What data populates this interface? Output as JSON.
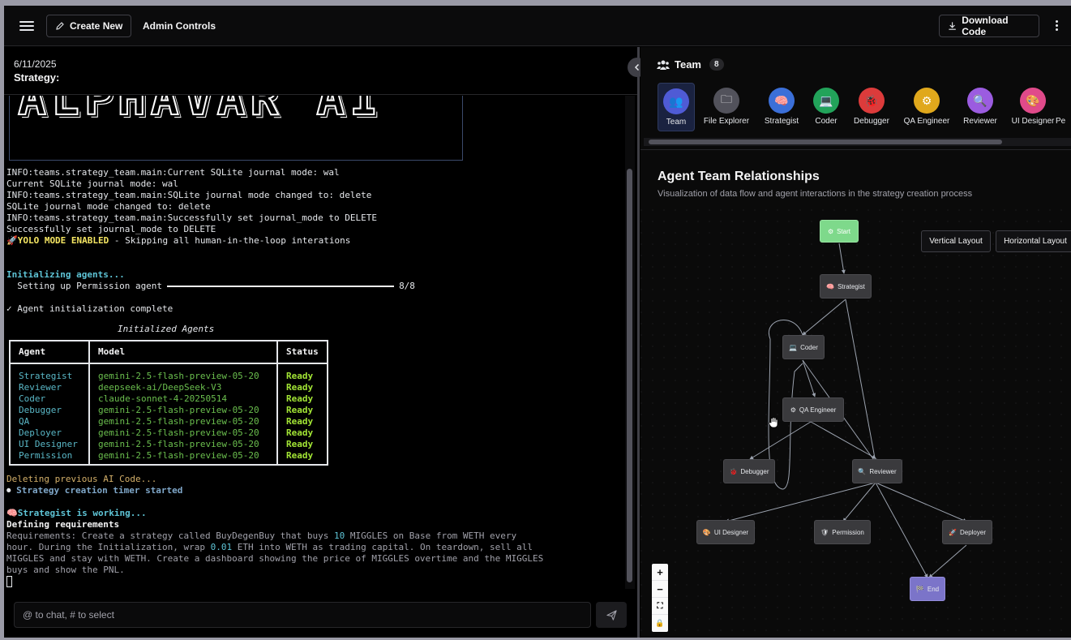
{
  "header": {
    "create_new": "Create New",
    "admin_controls": "Admin Controls",
    "download_code": "Download Code"
  },
  "session": {
    "date": "6/11/2025",
    "strategy_label": "Strategy:"
  },
  "terminal": {
    "banner": "ALPHAVAR AI",
    "log_lines": [
      "INFO:teams.strategy_team.main:Current SQLite journal mode: wal",
      "Current SQLite journal mode: wal",
      "INFO:teams.strategy_team.main:SQLite journal mode changed to: delete",
      "SQLite journal mode changed to: delete",
      "INFO:teams.strategy_team.main:Successfully set journal_mode to DELETE",
      "Successfully set journal_mode to DELETE"
    ],
    "yolo_emoji": "🚀",
    "yolo_label": "YOLO MODE ENABLED",
    "yolo_rest": " - Skipping all human-in-the-loop interations",
    "init_agents": "Initializing agents...",
    "setup_label": "  Setting up Permission agent",
    "setup_count": "8/8",
    "progress": 1.0,
    "init_complete": "✓ Agent initialization complete",
    "table_title": "Initialized Agents",
    "table_headers": [
      "Agent",
      "Model",
      "Status"
    ],
    "table_rows": [
      {
        "agent": "Strategist",
        "model": "gemini-2.5-flash-preview-05-20",
        "status": "Ready"
      },
      {
        "agent": "Reviewer",
        "model": "deepseek-ai/DeepSeek-V3",
        "status": "Ready"
      },
      {
        "agent": "Coder",
        "model": "claude-sonnet-4-20250514",
        "status": "Ready"
      },
      {
        "agent": "Debugger",
        "model": "gemini-2.5-flash-preview-05-20",
        "status": "Ready"
      },
      {
        "agent": "QA",
        "model": "gemini-2.5-flash-preview-05-20",
        "status": "Ready"
      },
      {
        "agent": "Deployer",
        "model": "gemini-2.5-flash-preview-05-20",
        "status": "Ready"
      },
      {
        "agent": "UI Designer",
        "model": "gemini-2.5-flash-preview-05-20",
        "status": "Ready"
      },
      {
        "agent": "Permission",
        "model": "gemini-2.5-flash-preview-05-20",
        "status": "Ready"
      }
    ],
    "deleting": "Deleting previous AI Code...",
    "timer_emoji": "⏺",
    "timer": "Strategy creation timer started",
    "working_emoji": "🧠",
    "working": "Strategist is working...",
    "defining": "Defining requirements",
    "req_line1_a": "Requirements: Create a strategy called BuyDegenBuy that buys ",
    "req_line1_num": "10",
    "req_line1_b": " MIGGLES on Base from WETH every",
    "req_line2_a": "hour. During the Initialization, wrap ",
    "req_line2_num": "0.01",
    "req_line2_b": " ETH into WETH as trading capital. On teardown, sell all",
    "req_line3": "MIGGLES and stay with WETH. Create a dashboard showing the price of MIGGLES overtime and the MIGGLES",
    "req_line4": "buys and show the PNL."
  },
  "chat": {
    "placeholder": "@ to chat, # to select"
  },
  "team": {
    "title": "Team",
    "count": "8",
    "tabs": [
      {
        "label": "Team",
        "icon": "users-icon",
        "color": "#4f5bd5",
        "glyph": "👥"
      },
      {
        "label": "File Explorer",
        "icon": "folder-icon",
        "color": "#52525b",
        "glyph": "🗀"
      },
      {
        "label": "Strategist",
        "icon": "brain-icon",
        "color": "#3b6fd8",
        "glyph": "🧠"
      },
      {
        "label": "Coder",
        "icon": "laptop-icon",
        "color": "#22a35a",
        "glyph": "💻"
      },
      {
        "label": "Debugger",
        "icon": "bug-icon",
        "color": "#dc3b3b",
        "glyph": "🐞"
      },
      {
        "label": "QA Engineer",
        "icon": "gear-icon",
        "color": "#e0a81c",
        "glyph": "⚙"
      },
      {
        "label": "Reviewer",
        "icon": "magnifier-icon",
        "color": "#9b5ce0",
        "glyph": "🔍"
      },
      {
        "label": "UI Designer",
        "icon": "palette-icon",
        "color": "#e04a8a",
        "glyph": "🎨"
      },
      {
        "label": "Pe",
        "icon": "shield-icon",
        "color": "#888888",
        "glyph": ""
      }
    ]
  },
  "graph": {
    "title": "Agent Team Relationships",
    "subtitle": "Visualization of data flow and agent interactions in the strategy creation process",
    "vertical_layout": "Vertical Layout",
    "horizontal_layout": "Horizontal Layout",
    "nodes": {
      "start": {
        "label": "Start",
        "glyph": "⚙"
      },
      "strategist": {
        "label": "Strategist",
        "glyph": "🧠"
      },
      "coder": {
        "label": "Coder",
        "glyph": "💻"
      },
      "qa": {
        "label": "QA Engineer",
        "glyph": "⚙"
      },
      "debugger": {
        "label": "Debugger",
        "glyph": "🐞"
      },
      "reviewer": {
        "label": "Reviewer",
        "glyph": "🔍"
      },
      "ui": {
        "label": "UI Designer",
        "glyph": "🎨"
      },
      "permission": {
        "label": "Permission",
        "glyph": "🛡"
      },
      "deployer": {
        "label": "Deployer",
        "glyph": "🚀"
      },
      "end": {
        "label": "End",
        "glyph": "🏁"
      }
    },
    "zoom_in": "+",
    "zoom_out": "−",
    "fit": "⛶",
    "lock": "🔒"
  },
  "colors": {
    "start_node": "#7ed98b",
    "end_node": "#7b74c9",
    "active_tab": "#1a2240"
  }
}
